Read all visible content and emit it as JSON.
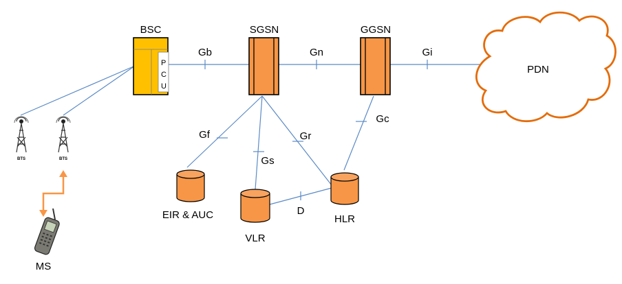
{
  "nodes": {
    "bsc": "BSC",
    "pcu": [
      "P",
      "C",
      "U"
    ],
    "sgsn": "SGSN",
    "ggsn": "GGSN",
    "pdn": "PDN",
    "eir_auc": "EIR & AUC",
    "vlr": "VLR",
    "hlr": "HLR",
    "ms": "MS",
    "bts1": "BTS",
    "bts2": "BTS"
  },
  "interfaces": {
    "gb": "Gb",
    "gn": "Gn",
    "gi": "Gi",
    "gf": "Gf",
    "gs": "Gs",
    "gr": "Gr",
    "gc": "Gc",
    "d": "D"
  },
  "colors": {
    "bsc_fill": "#ffc000",
    "node_fill": "#f79646",
    "node_stroke": "#000000",
    "cloud_stroke": "#e46c0a",
    "wire": "#5b8ac6",
    "radio_arrow": "#f79646"
  }
}
